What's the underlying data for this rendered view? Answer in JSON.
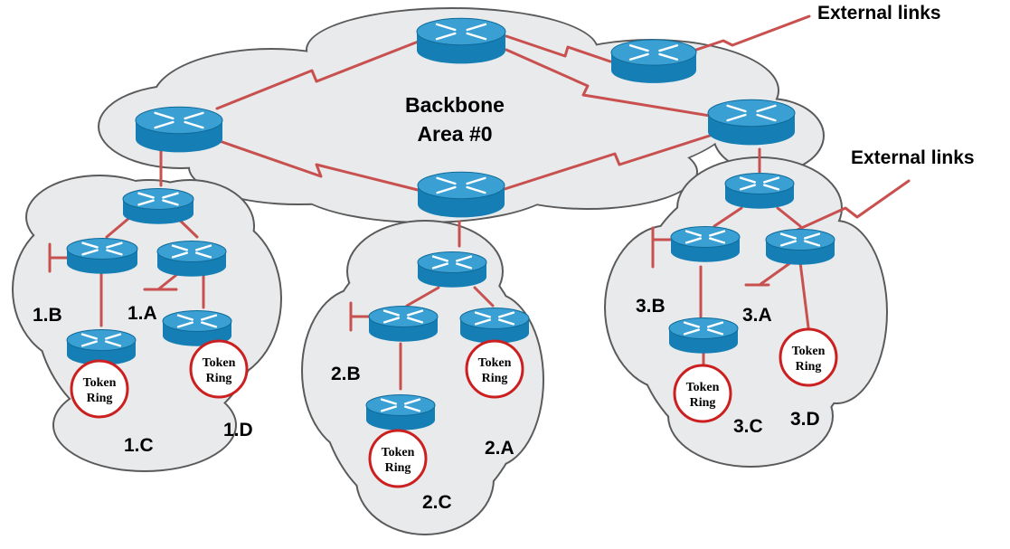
{
  "diagram": {
    "backbone": {
      "line1": "Backbone",
      "line2": "Area #0"
    },
    "external_links_label": "External links",
    "token_ring": {
      "line1": "Token",
      "line2": "Ring"
    },
    "area_labels": {
      "a1B": "1.B",
      "a1A": "1.A",
      "a1C": "1.C",
      "a1D": "1.D",
      "a2B": "2.B",
      "a2A": "2.A",
      "a2C": "2.C",
      "a3B": "3.B",
      "a3A": "3.A",
      "a3C": "3.C",
      "a3D": "3.D"
    },
    "colors": {
      "cloud_fill": "#e8eaec",
      "cloud_stroke": "#5a5a5a",
      "link": "#c8504e",
      "router_top": "#3aa0d4",
      "router_side": "#157fb5",
      "token_ring_border": "#cc2020"
    }
  }
}
